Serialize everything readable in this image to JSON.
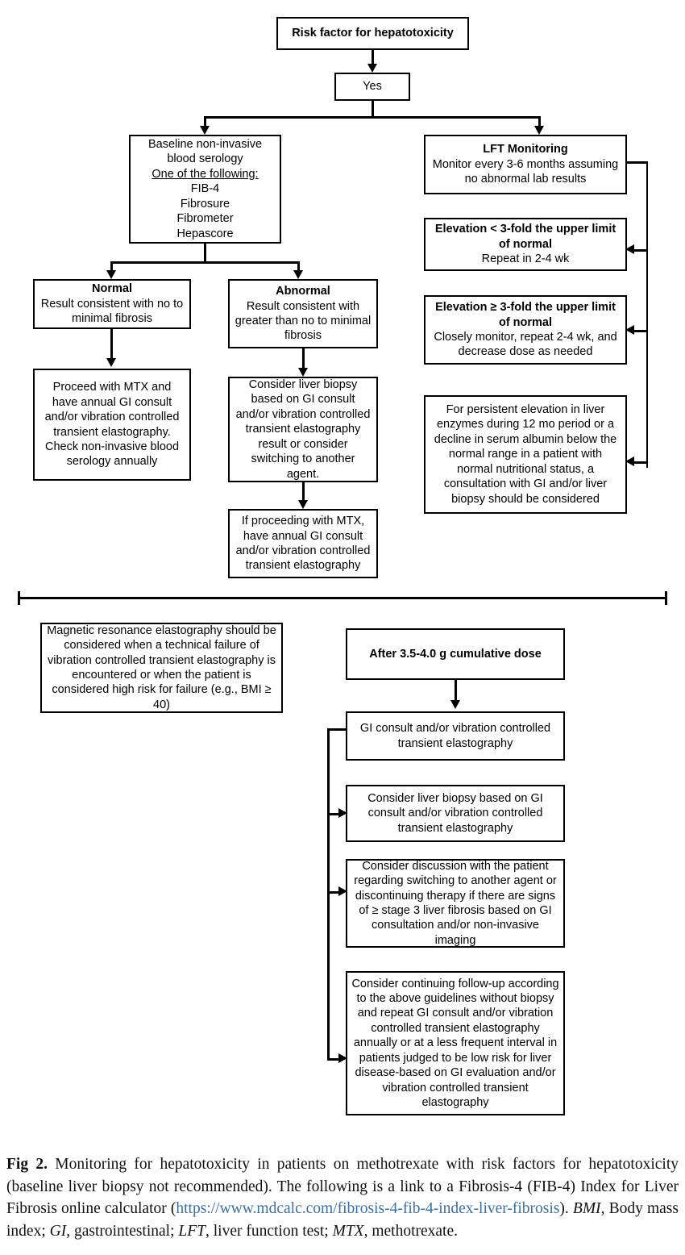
{
  "figure": {
    "label": "Fig 2.",
    "caption_part1": " Monitoring for hepatotoxicity in patients on methotrexate with risk factors for hepatotoxicity (baseline liver biopsy not recommended). The following is a link to a Fibrosis-4 (FIB-4) Index for Liver Fibrosis online calculator (",
    "link_text": "https://www.mdcalc.com/fibrosis-4-fib-4-index-liver-fibrosis",
    "caption_part2": "). ",
    "abbr_bmi": "BMI",
    "abbr_bmi_def": ", Body mass index; ",
    "abbr_gi": "GI",
    "abbr_gi_def": ", gastrointestinal; ",
    "abbr_lft": "LFT",
    "abbr_lft_def": ", liver function test; ",
    "abbr_mtx": "MTX",
    "abbr_mtx_def": ", methotrexate."
  },
  "flowchart": {
    "type": "flowchart",
    "title": "Monitoring for hepatotoxicity in patients on methotrexate with risk factors",
    "nodes": {
      "risk_factor": {
        "title": "Risk factor for hepatotoxicity"
      },
      "yes": {
        "body": "Yes"
      },
      "baseline": {
        "line1": "Baseline non-invasive",
        "line2": "blood serology",
        "underlined": "One of the following:",
        "item1": "FIB-4",
        "item2": "Fibrosure",
        "item3": "Fibrometer",
        "item4": "Hepascore"
      },
      "lft_monitoring": {
        "title": "LFT Monitoring",
        "body": "Monitor every 3-6 months assuming no abnormal lab results"
      },
      "elevation_lt3": {
        "title": "Elevation < 3-fold the upper limit of normal",
        "body": "Repeat in 2-4 wk"
      },
      "elevation_ge3": {
        "title": "Elevation ≥ 3-fold the upper limit of normal",
        "body": "Closely monitor, repeat 2-4 wk, and decrease dose as needed"
      },
      "persistent_elevation": {
        "body": "For persistent elevation in liver enzymes during 12 mo period or a decline in serum albumin below the normal range in a patient with normal nutritional status, a consultation with GI and/or liver biopsy should be considered"
      },
      "normal": {
        "title": "Normal",
        "body": "Result consistent with no to minimal fibrosis"
      },
      "abnormal": {
        "title": "Abnormal",
        "body": "Result consistent with greater than no to minimal fibrosis"
      },
      "proceed_mtx": {
        "body": "Proceed with MTX and have annual GI consult and/or vibration controlled transient elastography. Check non-invasive blood serology annually"
      },
      "consider_biopsy": {
        "body": "Consider liver biopsy based on GI consult and/or vibration controlled transient elastography result or consider switching to another agent."
      },
      "if_proceeding": {
        "body": "If proceeding with MTX, have annual GI consult and/or vibration controlled transient elastography"
      },
      "mre": {
        "body": "Magnetic resonance elastography should be considered when a technical failure of vibration controlled transient elastography is encountered or when the patient is considered high risk for failure (e.g., BMI ≥ 40)"
      },
      "cumulative_dose": {
        "title": "After 3.5-4.0 g cumulative dose"
      },
      "gi_consult": {
        "body": "GI consult and/or vibration controlled transient elastography"
      },
      "consider_biopsy2": {
        "body": "Consider liver biopsy based on GI consult and/or vibration controlled transient elastography"
      },
      "consider_discussion": {
        "body": "Consider discussion with the patient regarding switching to another agent or discontinuing therapy if there are signs of ≥ stage 3 liver fibrosis based on GI consultation and/or non-invasive imaging"
      },
      "consider_followup": {
        "body": "Consider continuing follow-up according to the above guidelines without biopsy and repeat GI consult and/or vibration controlled transient elastography annually or at a less frequent interval in patients judged to be low risk for liver disease-based on GI evaluation and/or vibration controlled transient elastography"
      }
    },
    "colors": {
      "stroke": "#000000",
      "fill": "#ffffff",
      "link": "#3d6f9e"
    }
  }
}
